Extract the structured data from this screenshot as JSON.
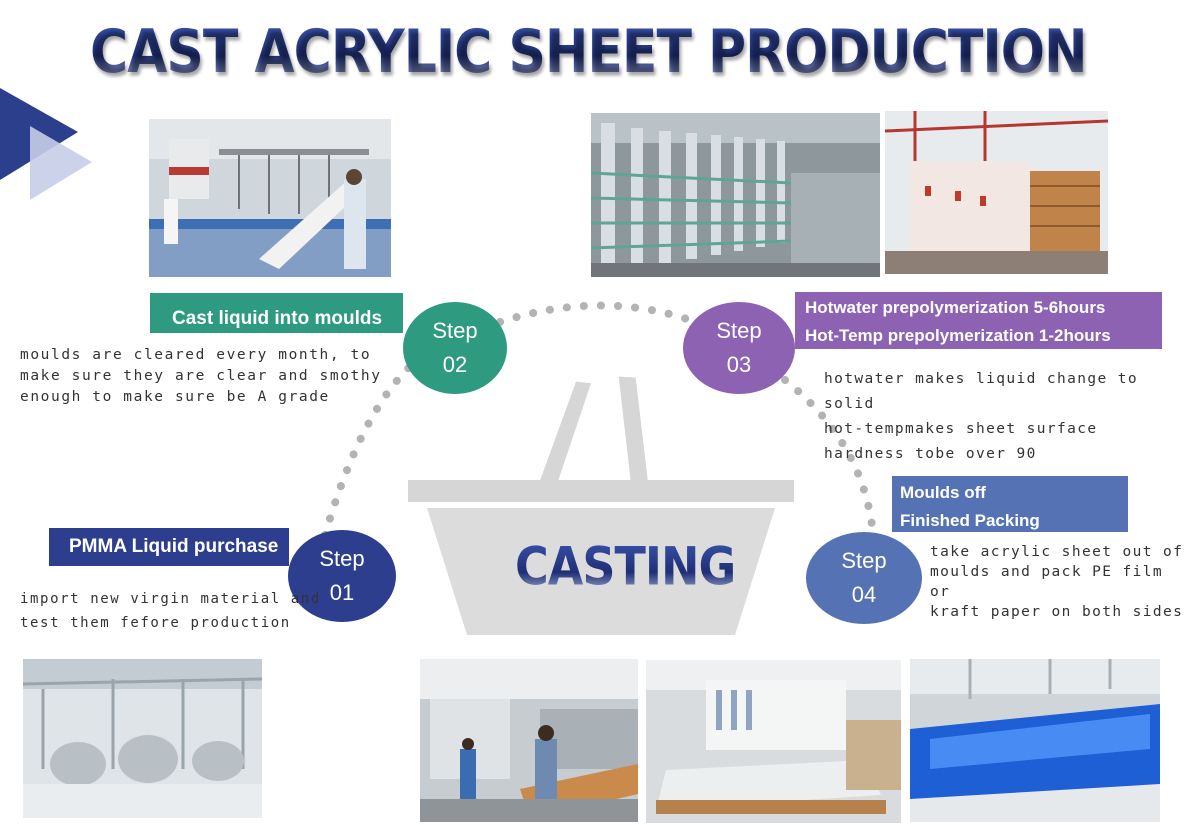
{
  "title": "CAST ACRYLIC SHEET PRODUCTION",
  "center_label": "CASTING",
  "colors": {
    "navy": "#2d3e8f",
    "green": "#2e9a80",
    "purple": "#8d62b3",
    "steelblue": "#5573b4",
    "dots": "#b3b3b3",
    "basket": "#d6d6d6"
  },
  "steps": [
    {
      "word": "Step",
      "number": "01",
      "label_lines": [
        "PMMA Liquid purchase"
      ],
      "description": "import new virgin material and\ntest them fefore production"
    },
    {
      "word": "Step",
      "number": "02",
      "label_lines": [
        "Cast liquid into moulds"
      ],
      "description": "moulds are cleared every month, to\nmake sure they are clear and smothy\nenough to make sure be A grade"
    },
    {
      "word": "Step",
      "number": "03",
      "label_lines": [
        "Hotwater prepolymerization 5-6hours",
        "Hot-Temp prepolymerization 1-2hours"
      ],
      "description": "hotwater makes liquid change to solid\nhot-tempmakes sheet surface\nhardness tobe over 90"
    },
    {
      "word": "Step",
      "number": "04",
      "label_lines": [
        "Moulds off",
        "Finished Packing"
      ],
      "description": "take acrylic sheet out of\nmoulds and pack PE film or\nkraft paper on both sides"
    }
  ],
  "photos": [
    {
      "name": "casting-workshop-photo"
    },
    {
      "name": "prepolymerization-racks-photo"
    },
    {
      "name": "hot-temp-oven-photo"
    },
    {
      "name": "pmma-reactor-tanks-photo"
    },
    {
      "name": "mould-handling-photo"
    },
    {
      "name": "finished-sheets-stack-photo"
    },
    {
      "name": "blue-film-sheets-photo"
    }
  ]
}
